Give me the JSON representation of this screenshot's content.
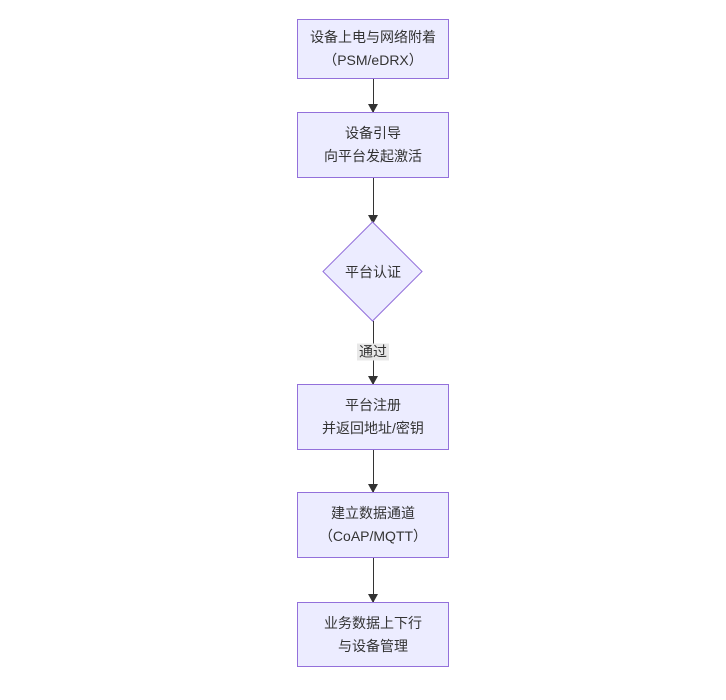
{
  "diagram": {
    "type": "flowchart",
    "direction": "top-down",
    "colors": {
      "background": "#ffffff",
      "node_fill": "#ECECFF",
      "node_border": "#9370DB",
      "arrow": "#333333",
      "text": "#333333",
      "edge_label_bg": "#e8e8e8"
    },
    "nodes": [
      {
        "id": "power-on",
        "type": "rect",
        "line1": "设备上电与网络附着",
        "line2": "（PSM/eDRX）"
      },
      {
        "id": "bootstrap",
        "type": "rect",
        "line1": "设备引导",
        "line2": "向平台发起激活"
      },
      {
        "id": "auth",
        "type": "diamond",
        "line1": "平台认证",
        "line2": ""
      },
      {
        "id": "register",
        "type": "rect",
        "line1": "平台注册",
        "line2": "并返回地址/密钥"
      },
      {
        "id": "channel",
        "type": "rect",
        "line1": "建立数据通道",
        "line2": "（CoAP/MQTT）"
      },
      {
        "id": "business",
        "type": "rect",
        "line1": "业务数据上下行",
        "line2": "与设备管理"
      }
    ],
    "edges": [
      {
        "from": "power-on",
        "to": "bootstrap",
        "label": ""
      },
      {
        "from": "bootstrap",
        "to": "auth",
        "label": ""
      },
      {
        "from": "auth",
        "to": "register",
        "label": "通过"
      },
      {
        "from": "register",
        "to": "channel",
        "label": ""
      },
      {
        "from": "channel",
        "to": "business",
        "label": ""
      }
    ]
  }
}
